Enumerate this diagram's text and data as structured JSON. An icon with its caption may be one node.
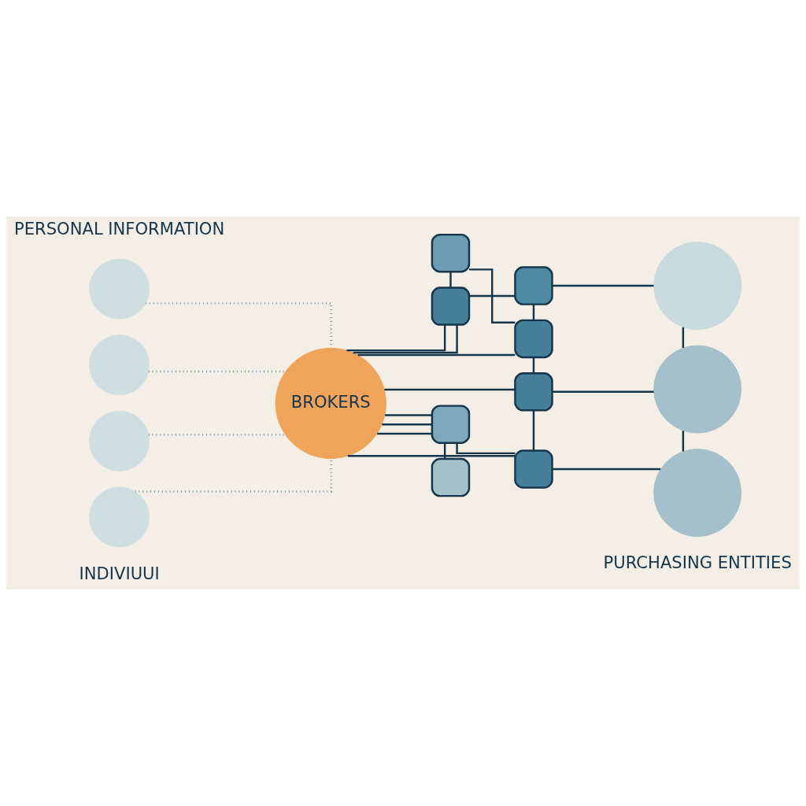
{
  "diagram": {
    "nodes": [
      {
        "text": [],
        "shape": "person"
      },
      {
        "text": [],
        "shape": "person"
      },
      {
        "text": [],
        "shape": "person"
      },
      {
        "text": [],
        "shape": "person"
      },
      {
        "text": [
          "BROKERS"
        ]
      },
      {
        "text": [],
        "shape": "box"
      },
      {
        "text": [],
        "shape": "box"
      },
      {
        "text": [],
        "shape": "box"
      },
      {
        "text": [],
        "shape": "box"
      },
      {
        "text": [],
        "shape": "box"
      },
      {
        "text": [],
        "shape": "box"
      },
      {
        "text": [],
        "shape": "box"
      },
      {
        "text": [],
        "shape": "box"
      },
      {
        "text": [],
        "shape": "circle"
      },
      {
        "text": [],
        "shape": "circle"
      },
      {
        "text": [],
        "shape": "circle"
      }
    ],
    "edges": [
      {
        "from": 0,
        "to": 4,
        "arrow": "none",
        "style": "dashed",
        "color": "#4a7f99"
      },
      {
        "from": 1,
        "to": 4,
        "arrow": "none",
        "style": "dashed",
        "color": "#4a7f99"
      },
      {
        "from": 2,
        "to": 4,
        "arrow": "none",
        "style": "dashed",
        "color": "#4a7f99"
      },
      {
        "from": 3,
        "to": 4,
        "arrow": "none",
        "style": "dashed",
        "color": "#4a7f99"
      },
      {
        "from": 5,
        "to": 6,
        "arrow": "none"
      },
      {
        "from": 6,
        "to": 7,
        "arrow": "none"
      },
      {
        "from": 5,
        "to": 8,
        "arrow": "none"
      },
      {
        "from": 4,
        "to": 6,
        "arrow": "none"
      },
      {
        "from": 4,
        "to": 6,
        "arrow": "none"
      },
      {
        "from": 4,
        "to": 8,
        "arrow": "none"
      },
      {
        "from": 7,
        "to": 8,
        "arrow": "none"
      },
      {
        "from": 7,
        "to": 13,
        "arrow": "none"
      },
      {
        "from": 8,
        "to": 9,
        "arrow": "none"
      },
      {
        "from": 4,
        "to": 9,
        "arrow": "none"
      },
      {
        "from": 9,
        "to": 14,
        "arrow": "none"
      },
      {
        "from": 9,
        "to": 10,
        "arrow": "none"
      },
      {
        "from": 4,
        "to": 10,
        "arrow": "none"
      },
      {
        "from": 4,
        "to": 11,
        "arrow": "none"
      },
      {
        "from": 10,
        "to": 15,
        "arrow": "none"
      },
      {
        "from": 10,
        "to": 11,
        "arrow": "none"
      },
      {
        "from": 4,
        "to": 11,
        "arrow": "none"
      },
      {
        "from": 4,
        "to": 11,
        "arrow": "none"
      },
      {
        "from": 11,
        "to": 12,
        "arrow": "none"
      },
      {
        "from": 13,
        "to": 14,
        "arrow": "none"
      },
      {
        "from": 14,
        "to": 15,
        "arrow": "none"
      }
    ],
    "labels": [
      "PERSONAL INFORMATION",
      "INDIVIUUI",
      "PURCHASING ENTITIES"
    ]
  }
}
